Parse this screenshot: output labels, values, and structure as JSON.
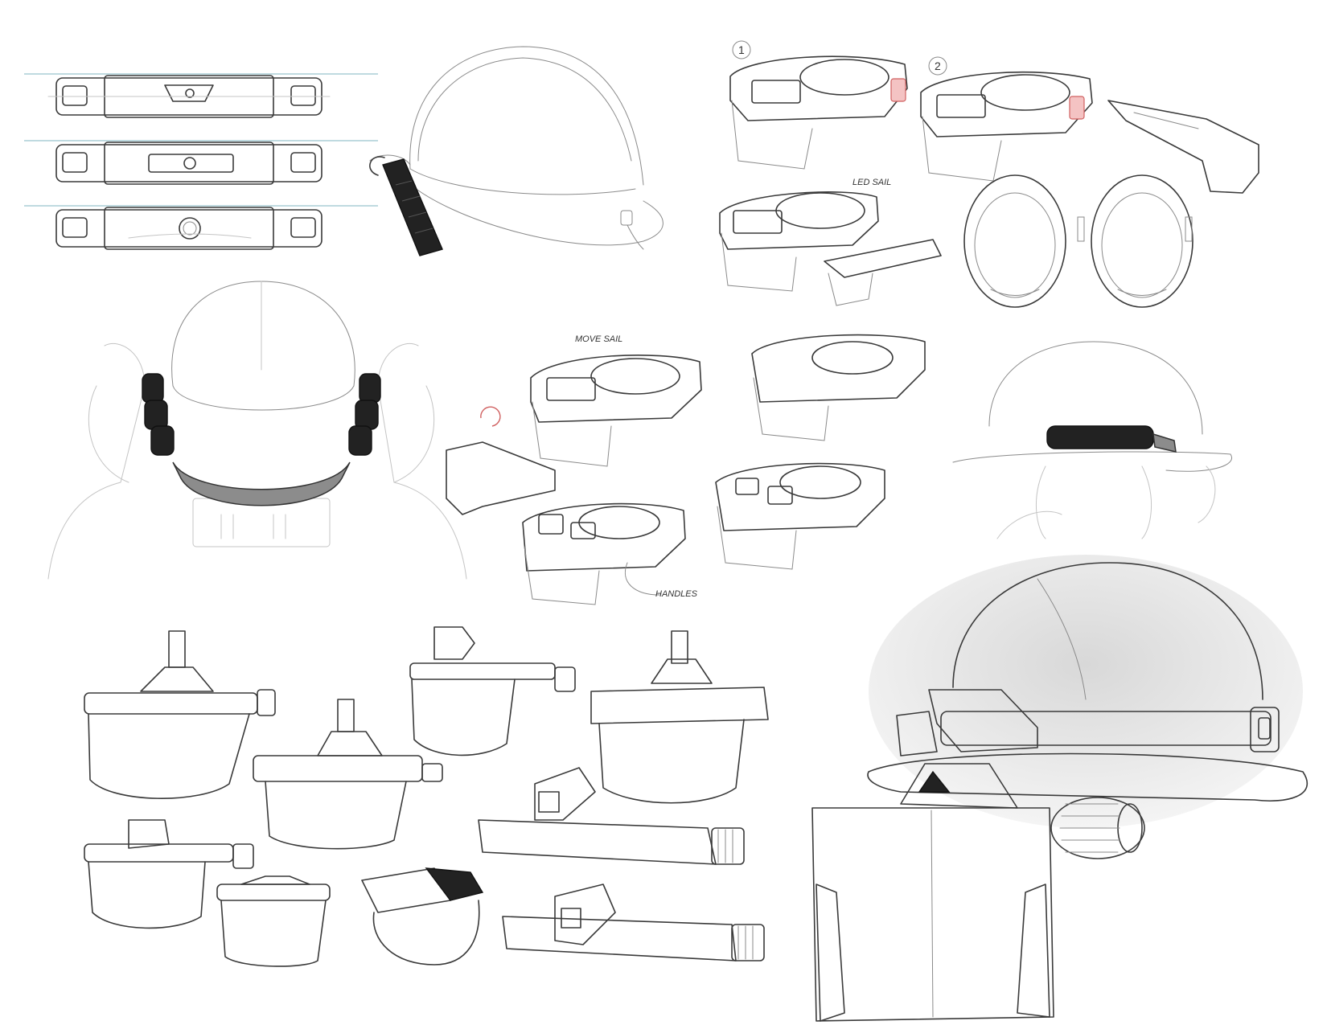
{
  "sheet": {
    "labels": {
      "option_1": "1",
      "option_2": "2",
      "led_note": "LED SAIL",
      "move_note": "MOVE SAIL",
      "handles_note": "HANDLES"
    },
    "colors": {
      "ink": "#3a3a3a",
      "dark_pad": "#222222",
      "neck_band": "#8c8c8c",
      "accent_red": "#d06060"
    }
  }
}
